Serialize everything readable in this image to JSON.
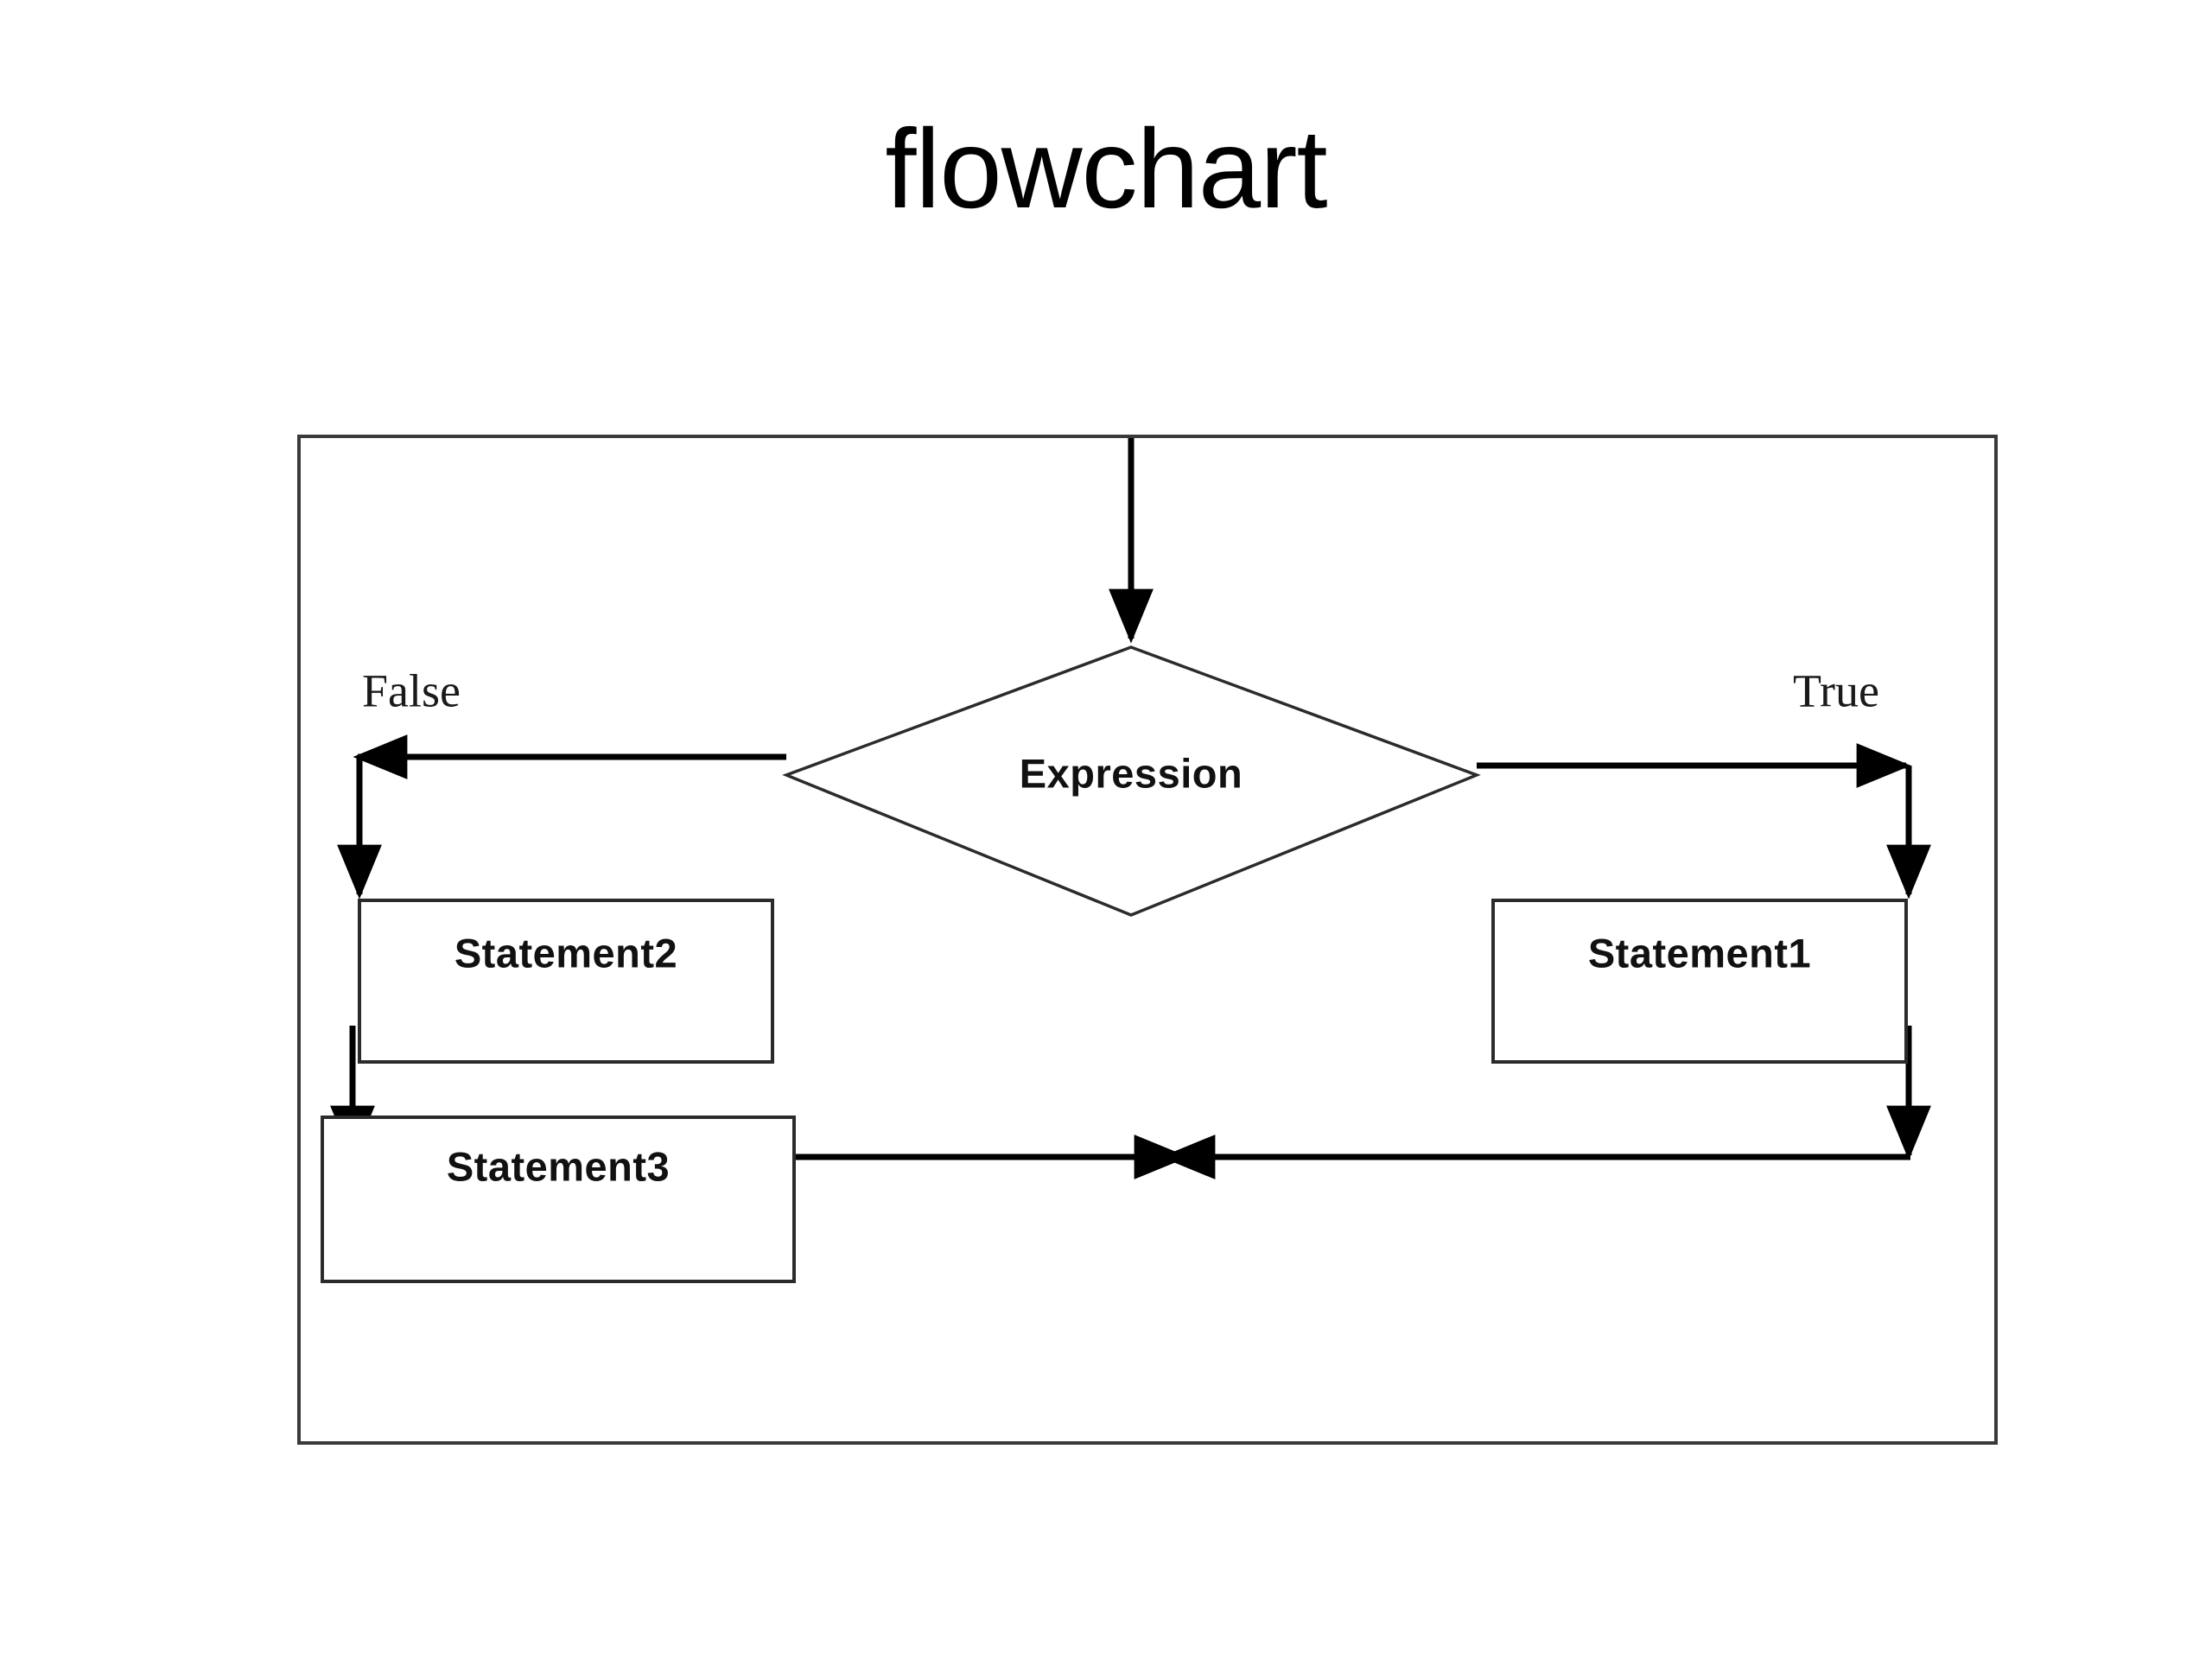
{
  "slide": {
    "title": "flowchart",
    "background_color": "#ffffff"
  },
  "diagram": {
    "frame": {
      "border_color": "#3a3a3a",
      "fill": "#ffffff"
    },
    "type": "flowchart",
    "decision": {
      "label": "Expression",
      "shape": "diamond"
    },
    "nodes": [
      {
        "id": "statement1",
        "label": "Statement1",
        "shape": "rectangle"
      },
      {
        "id": "statement2",
        "label": "Statement2",
        "shape": "rectangle"
      },
      {
        "id": "statement3",
        "label": "Statement3",
        "shape": "rectangle"
      }
    ],
    "edge_labels": {
      "false_branch": "False",
      "true_branch": "True"
    },
    "decoration": {
      "arc_color": "#fbe08c"
    }
  },
  "chart_data": {
    "type": "diagram",
    "title": "flowchart",
    "diagram_kind": "if-else decision flowchart",
    "nodes": [
      {
        "id": "entry",
        "label": "",
        "shape": "entry-arrow"
      },
      {
        "id": "expression",
        "label": "Expression",
        "shape": "diamond"
      },
      {
        "id": "statement1",
        "label": "Statement1",
        "shape": "rectangle"
      },
      {
        "id": "statement2",
        "label": "Statement2",
        "shape": "rectangle"
      },
      {
        "id": "statement3",
        "label": "Statement3",
        "shape": "rectangle"
      }
    ],
    "edges": [
      {
        "from": "entry",
        "to": "expression",
        "label": "",
        "direction": "down"
      },
      {
        "from": "expression",
        "to": "statement2",
        "label": "False",
        "direction": "left-then-down"
      },
      {
        "from": "expression",
        "to": "statement1",
        "label": "True",
        "direction": "right-then-down"
      },
      {
        "from": "statement2",
        "to": "statement3",
        "label": "",
        "direction": "down-then-right"
      },
      {
        "from": "statement1",
        "to": "statement3",
        "label": "",
        "direction": "down-then-left"
      }
    ]
  }
}
